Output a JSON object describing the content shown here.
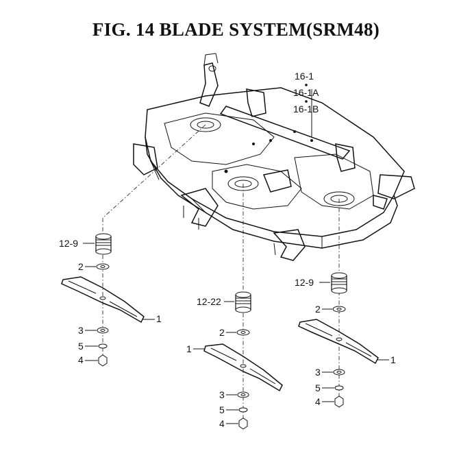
{
  "figure": {
    "title": "FIG. 14  BLADE SYSTEM(SRM48)"
  },
  "callouts": {
    "deck_parts": [
      "16-1",
      "16-1A",
      "16-1B"
    ],
    "left": {
      "spindle": "12-9",
      "washer": "2",
      "blade": "1",
      "lower_washer": "3",
      "lock_washer": "5",
      "nut": "4"
    },
    "center": {
      "spindle": "12-22",
      "washer": "2",
      "blade": "1",
      "lower_washer": "3",
      "lock_washer": "5",
      "nut": "4"
    },
    "right": {
      "spindle": "12-9",
      "washer": "2",
      "blade": "1",
      "lower_washer": "3",
      "lock_washer": "5",
      "nut": "4"
    }
  }
}
